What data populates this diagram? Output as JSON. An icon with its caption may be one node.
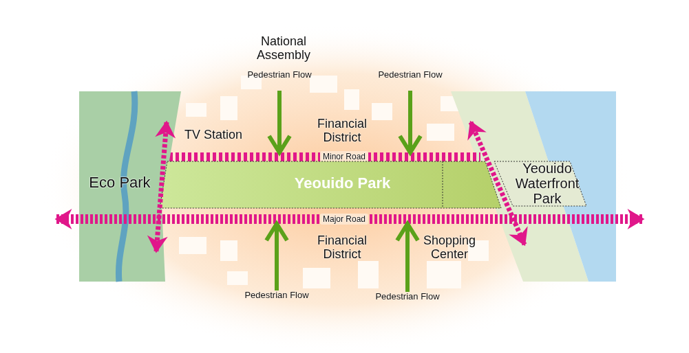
{
  "diagram": {
    "nodes": [
      {
        "text": [
          "Pedestrian Flow"
        ]
      },
      {
        "text": [
          "Pedestrian Flow"
        ]
      },
      {
        "text": [
          "Minor Road"
        ]
      },
      {
        "text": [
          "Eco Park"
        ]
      },
      {
        "text": [
          "Yeouido Park"
        ]
      },
      {
        "text": [
          "Yeouido Waterfront Park"
        ]
      },
      {
        "text": [
          "Major Road"
        ]
      },
      {
        "text": [
          "Pedestrian Flow"
        ]
      },
      {
        "text": [
          "Pedestrian Flow"
        ]
      }
    ],
    "edges": [
      {
        "from": 0,
        "to": 2,
        "arrow": "to"
      },
      {
        "from": 1,
        "to": 2,
        "arrow": "to"
      },
      {
        "from": 7,
        "to": 6,
        "arrow": "to"
      },
      {
        "from": 8,
        "to": 6,
        "arrow": "to"
      }
    ],
    "labels": [
      "National Assembly",
      "TV Station",
      "Financial District",
      "Financial District",
      "Shopping Center"
    ]
  }
}
